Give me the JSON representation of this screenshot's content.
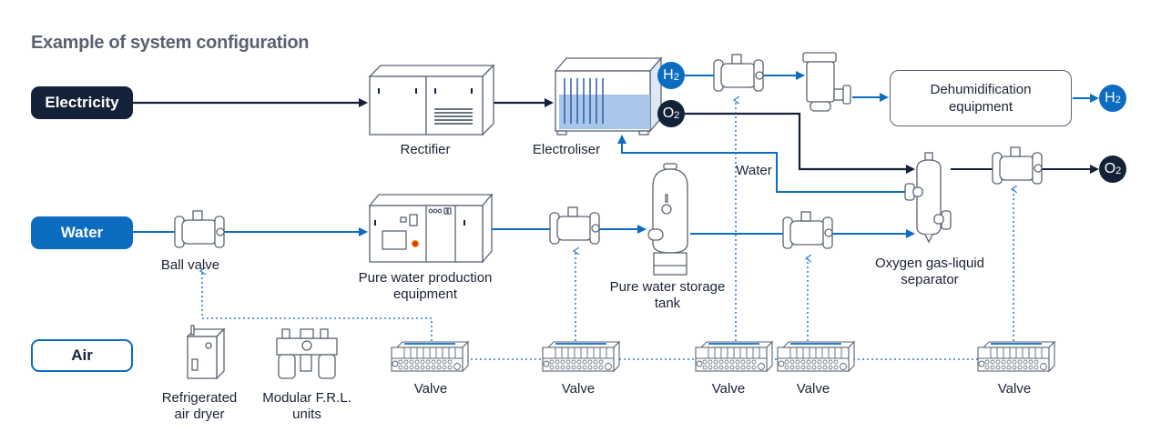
{
  "title": "Example of system configuration",
  "sources": {
    "electricity": "Electricity",
    "water": "Water",
    "air": "Air"
  },
  "equipment": {
    "rectifier": "Rectifier",
    "electroliser": "Electroliser",
    "dehumidification_line1": "Dehumidification",
    "dehumidification_line2": "equipment",
    "ball_valve": "Ball valve",
    "pure_water_production_line1": "Pure water production",
    "pure_water_production_line2": "equipment",
    "pure_water_storage_line1": "Pure water storage",
    "pure_water_storage_line2": "tank",
    "oxygen_separator_line1": "Oxygen gas-liquid",
    "oxygen_separator_line2": "separator",
    "water_return": "Water",
    "refrigerated_dryer_line1": "Refrigerated",
    "refrigerated_dryer_line2": "air dryer",
    "frl_line1": "Modular F.R.L.",
    "frl_line2": "units"
  },
  "valves": [
    "Valve",
    "Valve",
    "Valve",
    "Valve",
    "Valve"
  ],
  "badges": {
    "h2_main": "H",
    "h2_sub": "2",
    "o2_main": "O",
    "o2_sub": "2"
  },
  "colors": {
    "electric": "#132238",
    "water": "#0b6cc0",
    "air_dotted": "#2a7fd4",
    "outline": "#5b6472",
    "title": "#5a6270"
  }
}
